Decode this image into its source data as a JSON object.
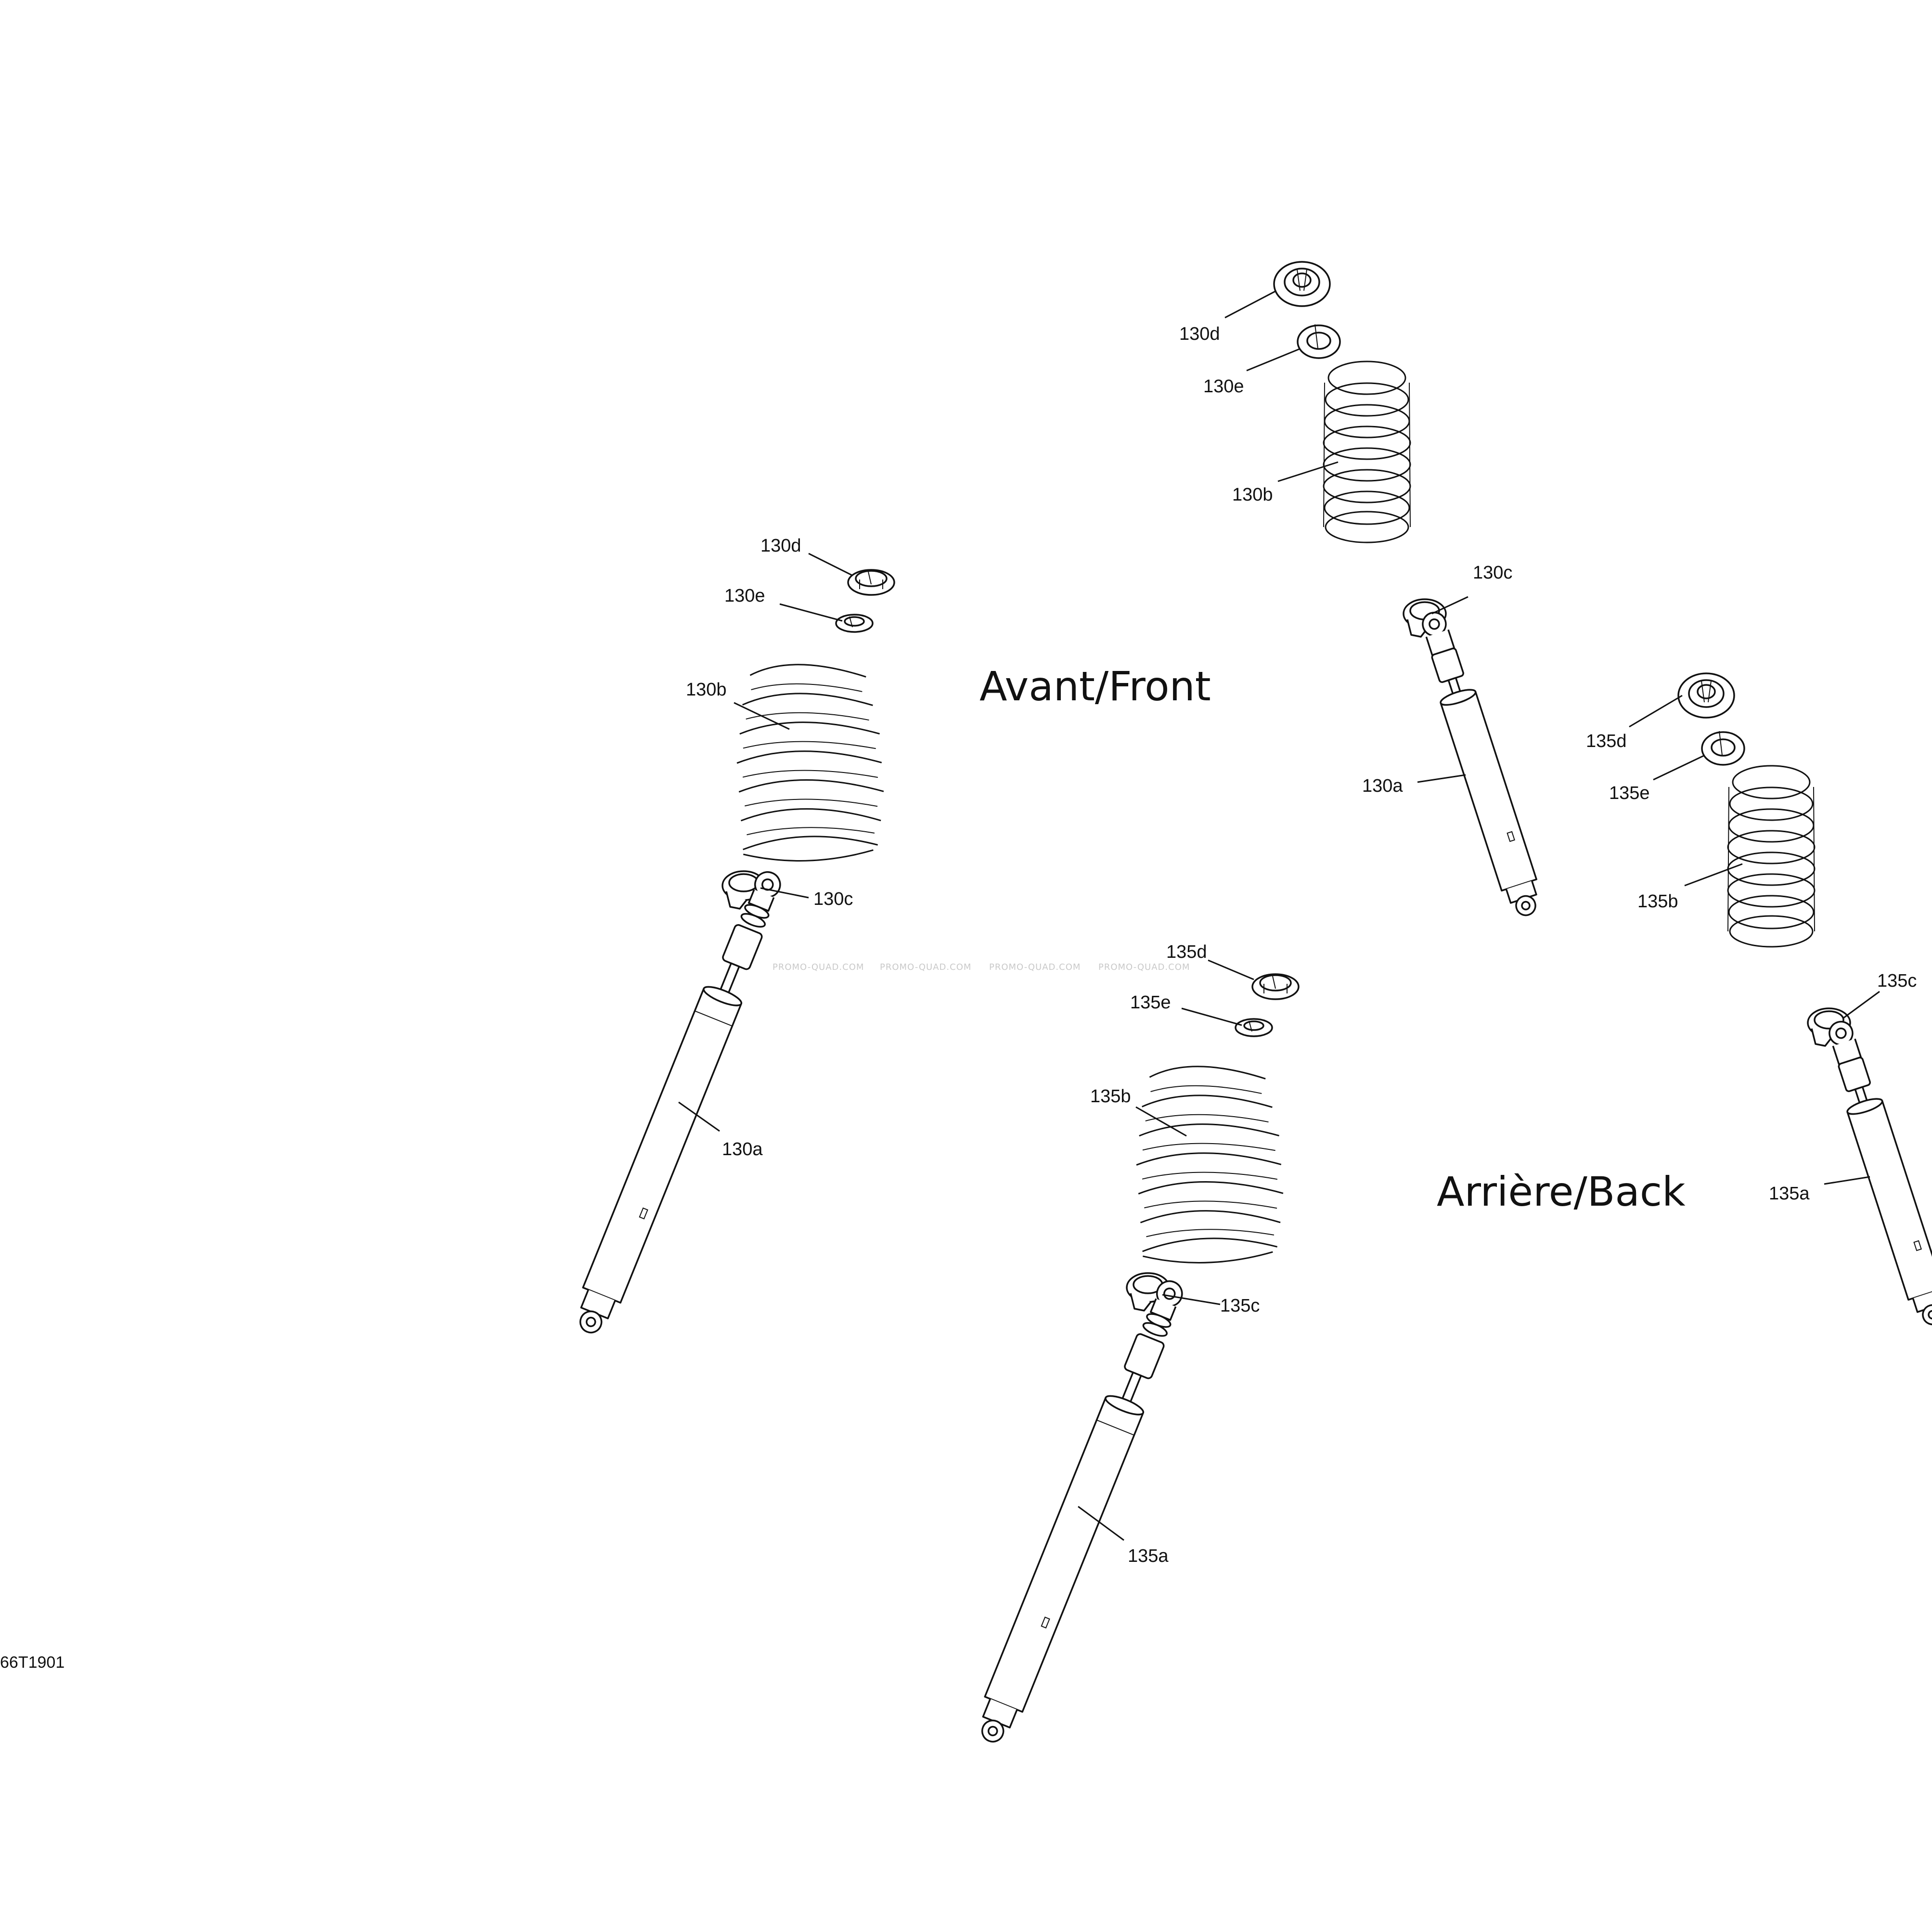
{
  "headings": {
    "front": "Avant/Front",
    "back": "Arrière/Back"
  },
  "drawing_ref": "66T1901",
  "watermark": [
    "PROMO-QUAD.COM",
    "PROMO-QUAD.COM",
    "PROMO-QUAD.COM",
    "PROMO-QUAD.COM"
  ],
  "callouts": {
    "front_left": {
      "d": "130d",
      "e": "130e",
      "b": "130b",
      "c": "130c",
      "a": "130a"
    },
    "front_right": {
      "d": "130d",
      "e": "130e",
      "b": "130b",
      "c": "130c",
      "a": "130a"
    },
    "back_left": {
      "d": "135d",
      "e": "135e",
      "b": "135b",
      "c": "135c",
      "a": "135a"
    },
    "back_right": {
      "d": "135d",
      "e": "135e",
      "b": "135b",
      "c": "135c",
      "a": "135a"
    }
  }
}
